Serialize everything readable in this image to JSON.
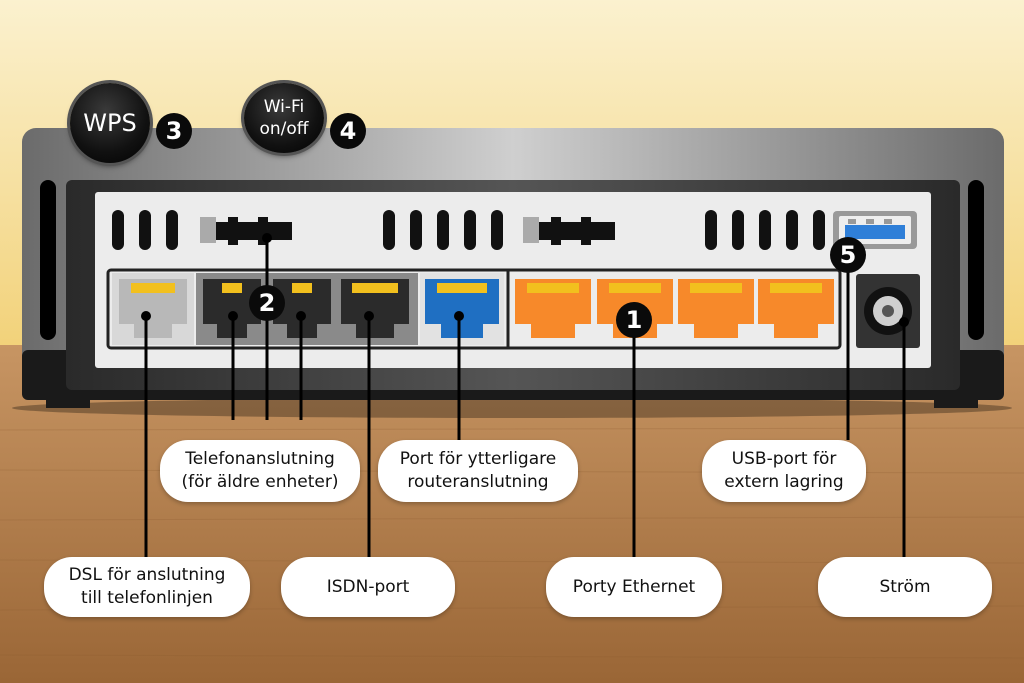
{
  "buttons": {
    "wps": {
      "line1": "WPS"
    },
    "wifi": {
      "line1": "Wi-Fi",
      "line2": "on/off"
    }
  },
  "numbers": {
    "n1": "1",
    "n2": "2",
    "n3": "3",
    "n4": "4",
    "n5": "5"
  },
  "labels": {
    "phone": {
      "line1": "Telefonanslutning",
      "line2": "(för äldre enheter)"
    },
    "router_port": {
      "line1": "Port för ytterligare",
      "line2": "routeranslutning"
    },
    "usb": {
      "line1": "USB-port för",
      "line2": "extern lagring"
    },
    "dsl": {
      "line1": "DSL för anslutning",
      "line2": "till telefonlinjen"
    },
    "isdn": {
      "line1": "ISDN-port"
    },
    "ethernet": {
      "line1": "Porty Ethernet"
    },
    "power": {
      "line1": "Ström"
    }
  },
  "colors": {
    "wall": "#f5dc8e",
    "floor": "#b07a45",
    "ethernet_port": "#f7892a",
    "extra_router_port": "#1f6fc2",
    "dsl_port": "#bdbdbd",
    "phone_port": "#2b2b2b",
    "pins": "#f2c01e",
    "usb": "#2f7fd8"
  }
}
